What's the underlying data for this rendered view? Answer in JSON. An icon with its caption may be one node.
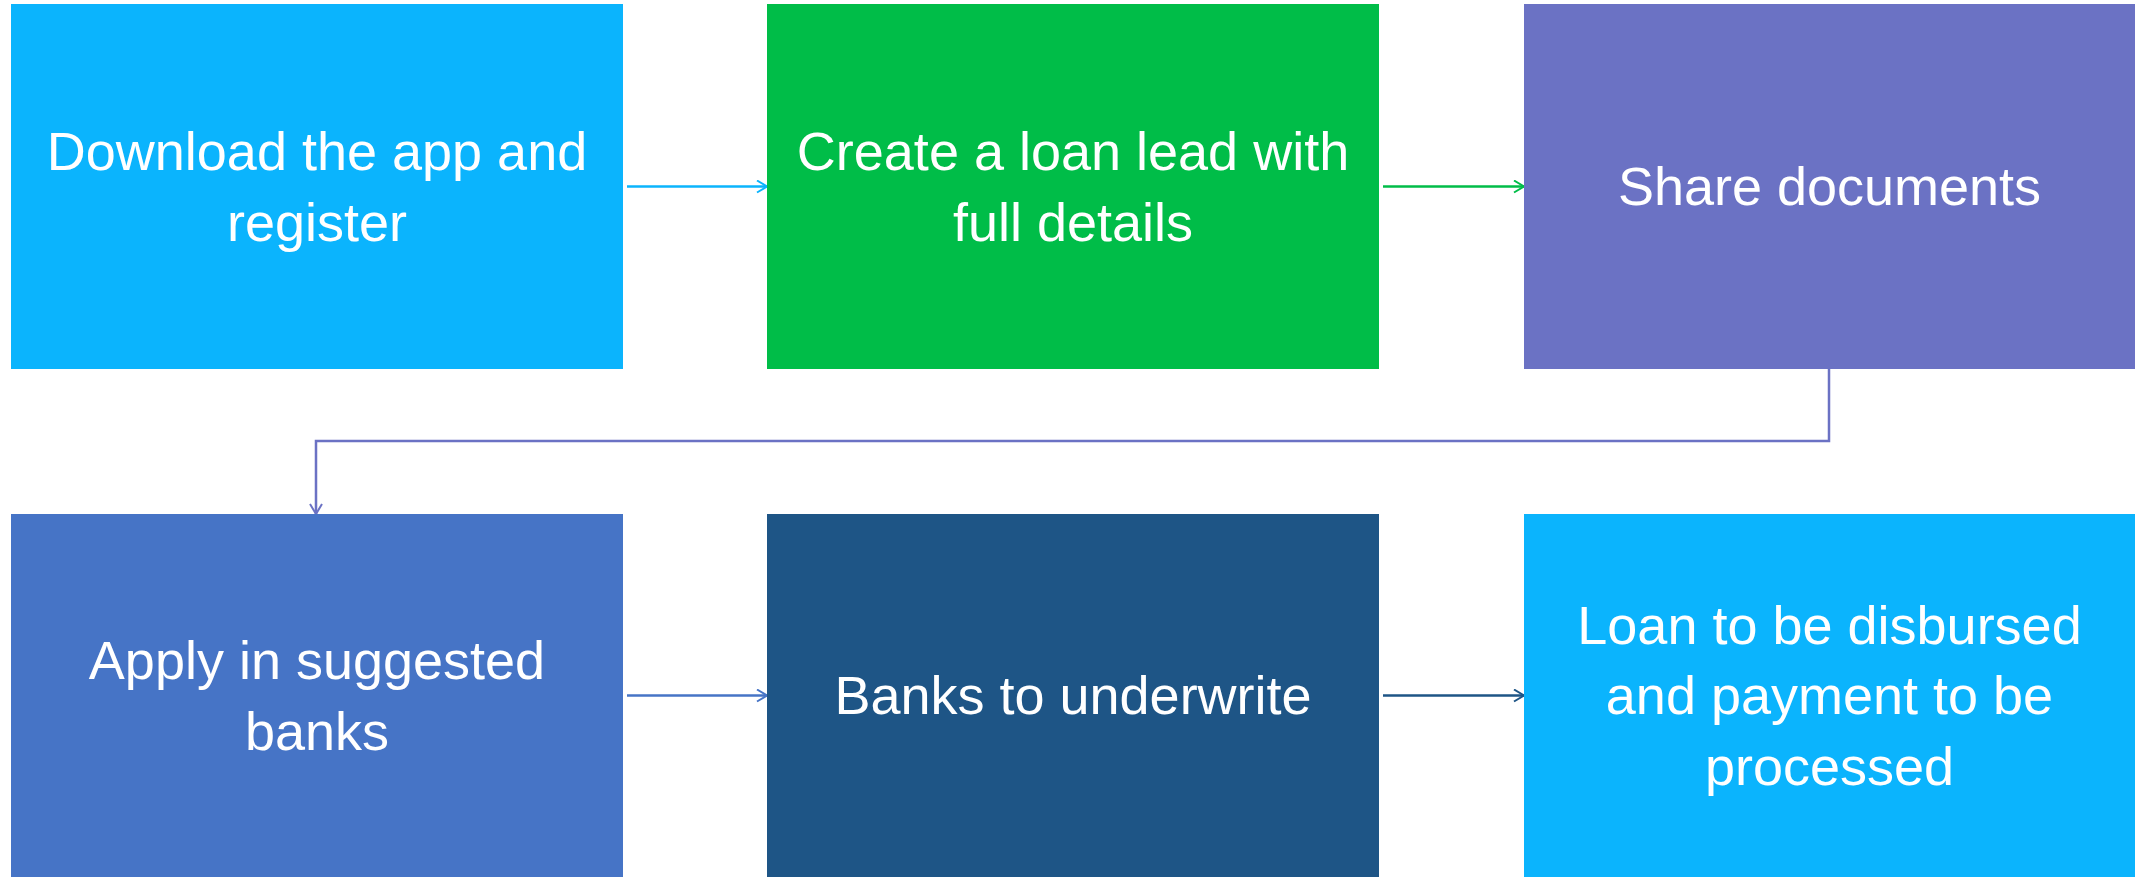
{
  "diagram": {
    "nodes": [
      {
        "text": [
          "Download the app and register"
        ]
      },
      {
        "text": [
          "Create a loan lead with full details"
        ]
      },
      {
        "text": [
          "Share documents"
        ]
      },
      {
        "text": [
          "Apply in suggested banks"
        ]
      },
      {
        "text": [
          "Banks to underwrite"
        ]
      },
      {
        "text": [
          "Loan to be disbursed and payment to be processed"
        ]
      }
    ],
    "edges": [
      {
        "from": 0,
        "to": 1,
        "arrow": "to",
        "color": "#0bb4fd"
      },
      {
        "from": 1,
        "to": 2,
        "arrow": "to",
        "color": "#00bd48"
      },
      {
        "from": 2,
        "to": 3,
        "arrow": "to",
        "color": "#6b72c4"
      },
      {
        "from": 3,
        "to": 4,
        "arrow": "to",
        "color": "#4674c6"
      },
      {
        "from": 4,
        "to": 5,
        "arrow": "to",
        "color": "#1e5586"
      }
    ]
  }
}
